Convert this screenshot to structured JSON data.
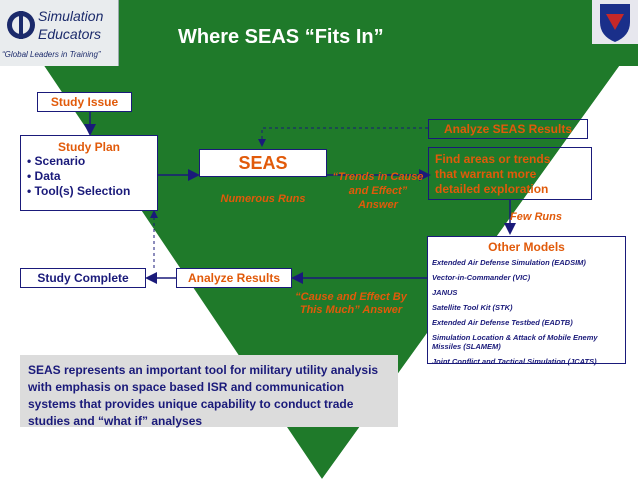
{
  "header": {
    "title": "Where SEAS “Fits In”",
    "logo_line1": "Simulation",
    "logo_line2": "Educators",
    "logo_tagline": "“Global Leaders in Training”"
  },
  "diagram": {
    "study_issue": "Study Issue",
    "study_plan": {
      "title": "Study Plan",
      "items": [
        "Scenario",
        "Data",
        "Tool(s) Selection"
      ]
    },
    "seas": {
      "title": "SEAS",
      "subtitle": "Numerous Runs"
    },
    "trends_label": [
      "“Trends in Cause",
      "and Effect”",
      "Answer"
    ],
    "analyze_seas_results": "Analyze SEAS Results",
    "find_areas": [
      "Find areas or trends",
      "that warrant more",
      "detailed exploration"
    ],
    "few_runs": "Few Runs",
    "other_models": {
      "title": "Other Models",
      "items": [
        "Extended Air Defense Simulation (EADSIM)",
        "Vector-in-Commander (VIC)",
        "JANUS",
        "Satellite Tool Kit (STK)",
        "Extended Air Defense Testbed (EADTB)",
        "Simulation Location & Attack of Mobile Enemy Missiles  (SLAMEM)",
        "Joint Conflict and Tactical Simulation (JCATS)"
      ]
    },
    "cause_effect_label": [
      "“Cause and Effect By",
      "This Much” Answer"
    ],
    "analyze_results": "Analyze Results",
    "study_complete": "Study Complete"
  },
  "note": "SEAS represents an important tool for military utility analysis with emphasis on space based ISR and communication systems that provides unique capability to conduct trade studies and “what if” analyses",
  "colors": {
    "green": "#1f7a2a",
    "navy": "#1a1a7a",
    "orange": "#e15a0a"
  }
}
